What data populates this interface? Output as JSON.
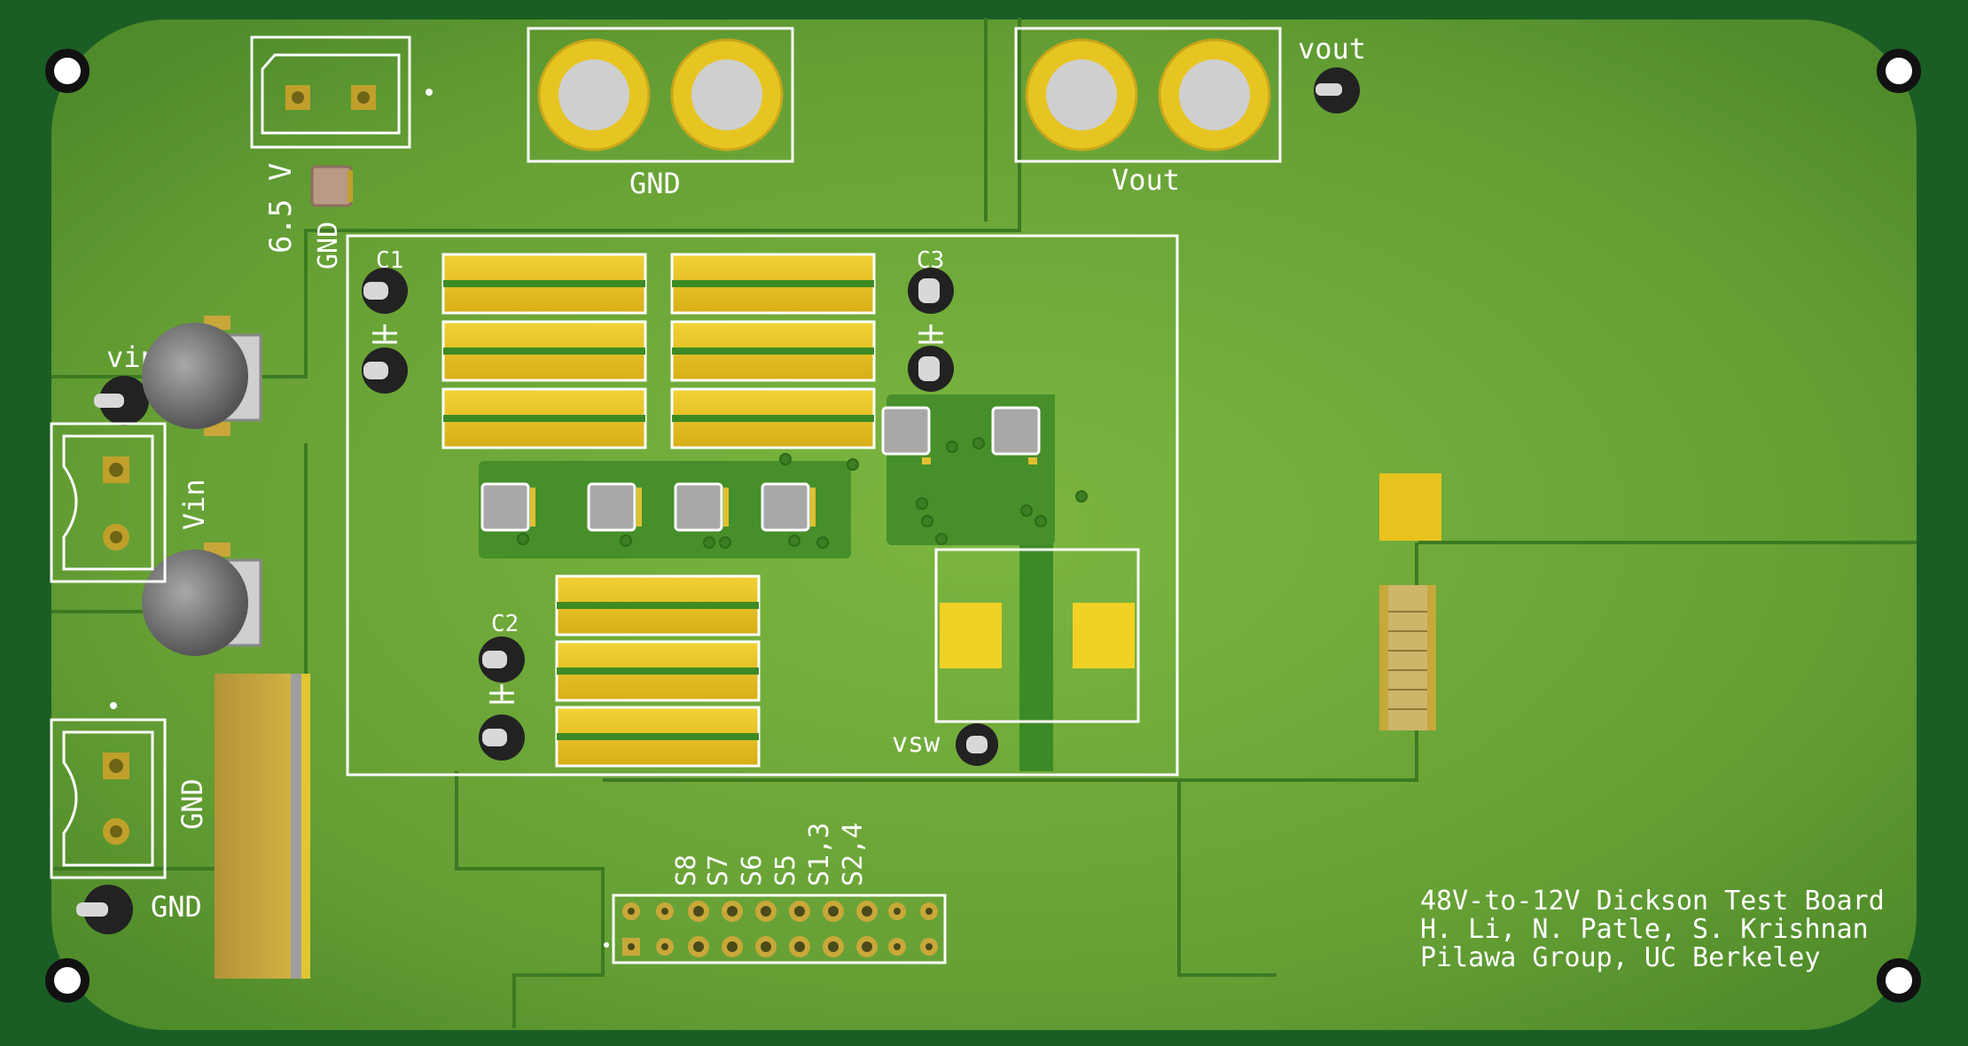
{
  "board": {
    "title_line1": "48V-to-12V Dickson Test Board",
    "title_line2": "H. Li, N. Patle, S. Krishnan",
    "title_line3": "Pilawa Group, UC Berkeley"
  },
  "labels": {
    "gnd_top": "GND",
    "vout_conn": "Vout",
    "vout_probe": "vout",
    "aux_voltage": "6.5 V",
    "aux_gnd": "GND",
    "vin_probe": "vin",
    "vin_conn": "Vin",
    "gnd_conn": "GND",
    "gnd_probe": "GND",
    "c1": "C1",
    "c2": "C2",
    "c3": "C3",
    "vsw": "vsw"
  },
  "header_pins": [
    "S8",
    "S7",
    "S6",
    "S5",
    "S1,3",
    "S2,4"
  ],
  "colors": {
    "board_green": "#6ea63a",
    "board_edge": "#1b5e25",
    "pad_gold": "#e8c21f",
    "silkscreen": "#ffffff"
  }
}
